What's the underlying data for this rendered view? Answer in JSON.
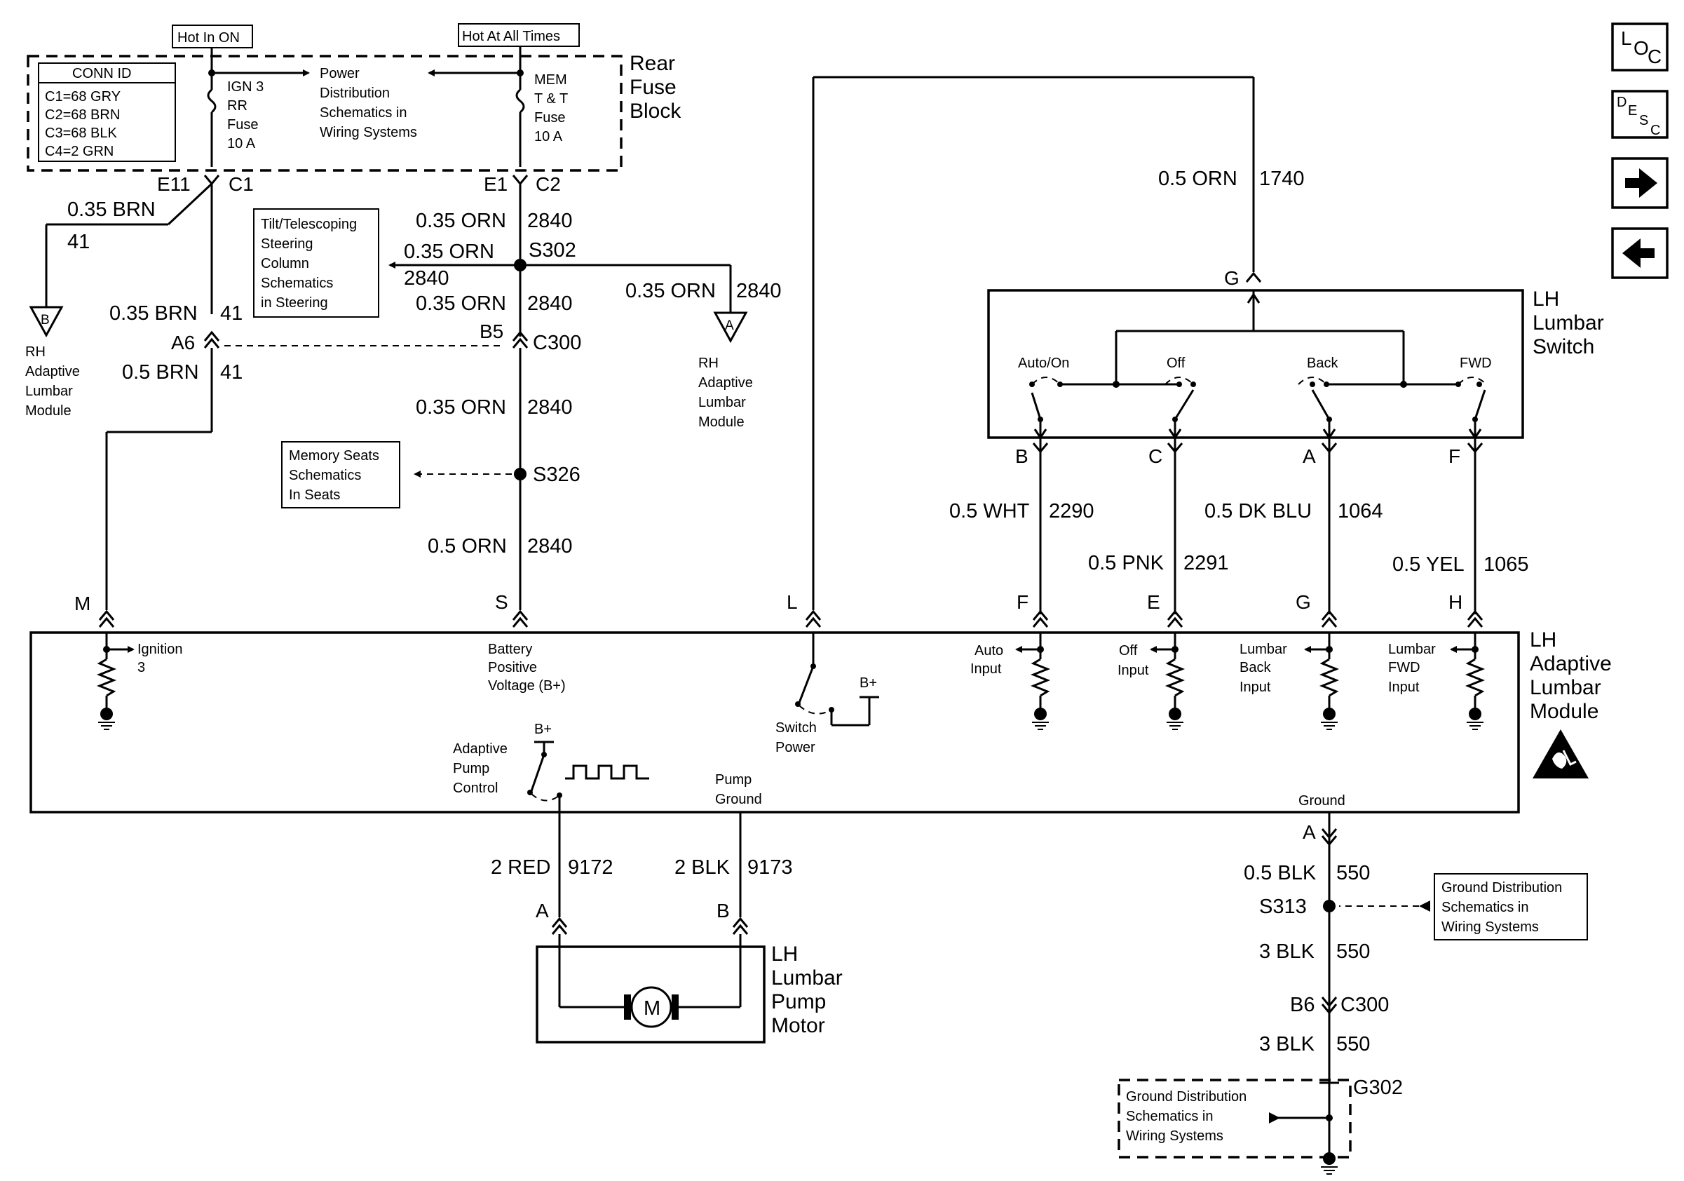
{
  "fuse_block": {
    "hot_in_on": "Hot In ON",
    "hot_at_all_times": "Hot At All Times",
    "title": [
      "Rear",
      "Fuse",
      "Block"
    ],
    "conn_id_title": "CONN ID",
    "conn_id_rows": [
      "C1=68 GRY",
      "C2=68 BRN",
      "C3=68 BLK",
      "C4=2 GRN"
    ],
    "ign_fuse": [
      "IGN 3",
      "RR",
      "Fuse",
      "10 A"
    ],
    "power_dist": [
      "Power",
      "Distribution",
      "Schematics in",
      "Wiring Systems"
    ],
    "mem_fuse": [
      "MEM",
      "T & T",
      "Fuse",
      "10 A"
    ],
    "pin_e11": "E11",
    "pin_c1": "C1",
    "pin_e1": "E1",
    "pin_c2": "C2"
  },
  "left_circuit": {
    "w1_size": "0.35 BRN",
    "w1_num": "41",
    "rh_b": [
      "RH",
      "Adaptive",
      "Lumbar",
      "Module"
    ],
    "ref_b": "B",
    "w2_size": "0.35 BRN",
    "w2_num": "41",
    "pin_a6": "A6",
    "w3_size": "0.5 BRN",
    "w3_num": "41"
  },
  "center_circuit": {
    "w1_size": "0.35 ORN",
    "w1_num": "2840",
    "w2_size": "0.35 ORN",
    "w2_num": "2840",
    "splice_s302": "S302",
    "tilt_box": [
      "Tilt/Telescoping",
      "Steering",
      "Column",
      "Schematics",
      "in Steering"
    ],
    "w3_size": "0.35 ORN",
    "w3_num": "2840",
    "w4_size": "0.35 ORN",
    "w4_num": "2840",
    "rh_a": [
      "RH",
      "Adaptive",
      "Lumbar",
      "Module"
    ],
    "ref_a": "A",
    "pin_b5": "B5",
    "conn_c300": "C300",
    "w5_size": "0.35 ORN",
    "w5_num": "2840",
    "memory_box": [
      "Memory Seats",
      "Schematics",
      "In Seats"
    ],
    "splice_s326": "S326",
    "w6_size": "0.5 ORN",
    "w6_num": "2840"
  },
  "right_circuit": {
    "w_top_size": "0.5 ORN",
    "w_top_num": "1740",
    "pin_g": "G",
    "switch_title": [
      "LH",
      "Lumbar",
      "Switch"
    ],
    "sw_auto": "Auto/On",
    "sw_off": "Off",
    "sw_back": "Back",
    "sw_fwd": "FWD",
    "pin_b": "B",
    "pin_c": "C",
    "pin_a": "A",
    "pin_f": "F",
    "w_wht_size": "0.5 WHT",
    "w_wht_num": "2290",
    "w_pnk_size": "0.5 PNK",
    "w_pnk_num": "2291",
    "w_dkblu_size": "0.5 DK BLU",
    "w_dkblu_num": "1064",
    "w_yel_size": "0.5 YEL",
    "w_yel_num": "1065"
  },
  "module": {
    "title": [
      "LH",
      "Adaptive",
      "Lumbar",
      "Module"
    ],
    "pin_m": "M",
    "pin_s": "S",
    "pin_l": "L",
    "pin_f": "F",
    "pin_e": "E",
    "pin_g": "G",
    "pin_h": "H",
    "ignition": [
      "Ignition",
      "3"
    ],
    "battery": [
      "Battery",
      "Positive",
      "Voltage (B+)"
    ],
    "switch_power": [
      "Switch",
      "Power"
    ],
    "b_plus_1": "B+",
    "auto_input": [
      "Auto",
      "Input"
    ],
    "off_input": [
      "Off",
      "Input"
    ],
    "back_input": [
      "Lumbar",
      "Back",
      "Input"
    ],
    "fwd_input": [
      "Lumbar",
      "FWD",
      "Input"
    ],
    "adaptive_pump": [
      "Adaptive",
      "Pump",
      "Control"
    ],
    "b_plus_2": "B+",
    "pump_ground": [
      "Pump",
      "Ground"
    ],
    "ground": "Ground"
  },
  "pump": {
    "w_red_size": "2 RED",
    "w_red_num": "9172",
    "w_blk_size": "2 BLK",
    "w_blk_num": "9173",
    "pin_a": "A",
    "pin_b": "B",
    "motor_label": "M",
    "title": [
      "LH",
      "Lumbar",
      "Pump",
      "Motor"
    ]
  },
  "ground_circuit": {
    "pin_a": "A",
    "w1_size": "0.5 BLK",
    "w1_num": "550",
    "splice_s313": "S313",
    "gnd_box": [
      "Ground Distribution",
      "Schematics in",
      "Wiring Systems"
    ],
    "w2_size": "3 BLK",
    "w2_num": "550",
    "pin_b6": "B6",
    "conn_c300": "C300",
    "w3_size": "3 BLK",
    "w3_num": "550",
    "g302": "G302",
    "gnd_box2": [
      "Ground Distribution",
      "Schematics in",
      "Wiring Systems"
    ]
  },
  "nav": {
    "loc": [
      "L",
      "O",
      "C"
    ],
    "desc": [
      "D",
      "E",
      "S",
      "C"
    ]
  }
}
